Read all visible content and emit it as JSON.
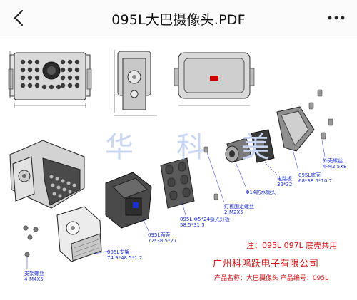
{
  "header": {
    "title": "095L大巴摄像头.PDF"
  },
  "icons": {
    "back": "chevron-left-icon",
    "more": "more-dots-icon"
  },
  "watermark": {
    "chars": [
      "华",
      "科",
      "美"
    ]
  },
  "labels": {
    "screw_outer": [
      "外壳螺丝",
      "4-M2.5X8"
    ],
    "bottom_shell": [
      "095L底壳",
      "68*38.5*10.7"
    ],
    "circuit_board": [
      "电路板",
      "32*32"
    ],
    "lens": [
      "Φ14防水镜头"
    ],
    "led_board_screw": [
      "灯板固定螺丝",
      "2-M2X5"
    ],
    "led_board": [
      "095L Φ5*24感光灯板",
      "58.5*31.5"
    ],
    "face_shell": [
      "095L面壳",
      "72*38.5*27"
    ],
    "bracket": [
      "095L支架",
      "74.9*48.5*1.2"
    ],
    "bracket_screw": [
      "支架螺丝",
      "4-M4X5"
    ]
  },
  "note": "注：095L 097L 底壳共用",
  "company": "广州科鸿跃电子有限公司",
  "product": "产品名称：大巴摄像头 产品编号：095L",
  "colors": {
    "label_blue": "#1a2fd0",
    "note_red": "#d01414",
    "watermark": "#c9d6f3"
  }
}
